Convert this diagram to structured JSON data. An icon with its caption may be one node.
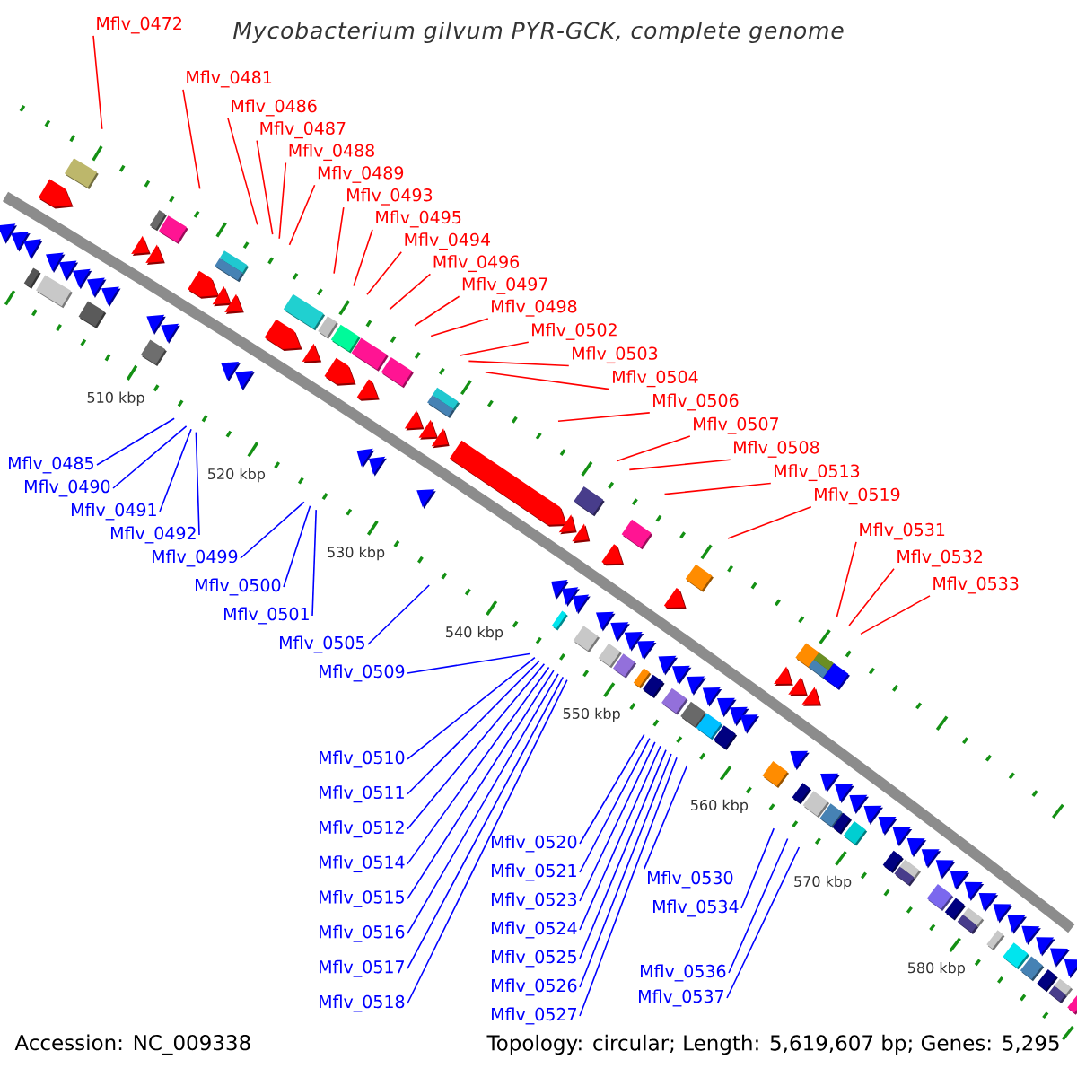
{
  "diagram": {
    "title": "Mycobacterium gilvum PYR-GCK, complete genome",
    "nodes": [
      {
        "text": [
          "Mflv_0472"
        ]
      },
      {
        "text": [
          "Mflv_0481"
        ]
      },
      {
        "text": [
          "Mflv_0485"
        ]
      },
      {
        "text": [
          "Mflv_0486"
        ]
      },
      {
        "text": [
          "Mflv_0487"
        ]
      },
      {
        "text": [
          "Mflv_0488"
        ]
      },
      {
        "text": [
          "Mflv_0489"
        ]
      },
      {
        "text": [
          "Mflv_0490"
        ]
      },
      {
        "text": [
          "Mflv_0491"
        ]
      },
      {
        "text": [
          "Mflv_0492"
        ]
      },
      {
        "text": [
          "Mflv_0493"
        ]
      },
      {
        "text": [
          "Mflv_0494"
        ]
      },
      {
        "text": [
          "Mflv_0495"
        ]
      },
      {
        "text": [
          "Mflv_0496"
        ]
      },
      {
        "text": [
          "Mflv_0497"
        ]
      },
      {
        "text": [
          "Mflv_0498"
        ]
      },
      {
        "text": [
          "Mflv_0499"
        ]
      },
      {
        "text": [
          "Mflv_0500"
        ]
      },
      {
        "text": [
          "Mflv_0501"
        ]
      },
      {
        "text": [
          "Mflv_0502"
        ]
      },
      {
        "text": [
          "Mflv_0503"
        ]
      },
      {
        "text": [
          "Mflv_0504"
        ]
      },
      {
        "text": [
          "Mflv_0505"
        ]
      },
      {
        "text": [
          "Mflv_0506"
        ]
      },
      {
        "text": [
          "Mflv_0507"
        ]
      },
      {
        "text": [
          "Mflv_0508"
        ]
      },
      {
        "text": [
          "Mflv_0509"
        ]
      },
      {
        "text": [
          "Mflv_0510"
        ]
      },
      {
        "text": [
          "Mflv_0511"
        ]
      },
      {
        "text": [
          "Mflv_0512"
        ]
      },
      {
        "text": [
          "Mflv_0513"
        ]
      },
      {
        "text": [
          "Mflv_0514"
        ]
      },
      {
        "text": [
          "Mflv_0515"
        ]
      },
      {
        "text": [
          "Mflv_0516"
        ]
      },
      {
        "text": [
          "Mflv_0517"
        ]
      },
      {
        "text": [
          "Mflv_0518"
        ]
      },
      {
        "text": [
          "Mflv_0519"
        ]
      },
      {
        "text": [
          "Mflv_0520"
        ]
      },
      {
        "text": [
          "Mflv_0521"
        ]
      },
      {
        "text": [
          "Mflv_0523"
        ]
      },
      {
        "text": [
          "Mflv_0524"
        ]
      },
      {
        "text": [
          "Mflv_0525"
        ]
      },
      {
        "text": [
          "Mflv_0526"
        ]
      },
      {
        "text": [
          "Mflv_0527"
        ]
      },
      {
        "text": [
          "Mflv_0530"
        ]
      },
      {
        "text": [
          "Mflv_0531"
        ]
      },
      {
        "text": [
          "Mflv_0532"
        ]
      },
      {
        "text": [
          "Mflv_0533"
        ]
      },
      {
        "text": [
          "Mflv_0534"
        ]
      },
      {
        "text": [
          "Mflv_0536"
        ]
      },
      {
        "text": [
          "Mflv_0537"
        ]
      }
    ],
    "edges": [
      {
        "from": 0,
        "to": null,
        "arrow": "none",
        "color": "#ff0000"
      },
      {
        "from": 1,
        "to": null,
        "arrow": "none",
        "color": "#ff0000"
      },
      {
        "from": 2,
        "to": null,
        "arrow": "none"
      },
      {
        "from": 3,
        "to": null,
        "arrow": "none",
        "color": "#ff0000"
      },
      {
        "from": 4,
        "to": null,
        "arrow": "none",
        "color": "#ff0000"
      },
      {
        "from": 5,
        "to": null,
        "arrow": "none",
        "color": "#ff0000"
      },
      {
        "from": 6,
        "to": null,
        "arrow": "none",
        "color": "#ff0000"
      },
      {
        "from": 7,
        "to": null,
        "arrow": "none"
      },
      {
        "from": 8,
        "to": null,
        "arrow": "none"
      },
      {
        "from": 9,
        "to": null,
        "arrow": "none"
      },
      {
        "from": 10,
        "to": null,
        "arrow": "none",
        "color": "#ff0000"
      },
      {
        "from": 11,
        "to": null,
        "arrow": "none",
        "color": "#ff0000"
      },
      {
        "from": 12,
        "to": null,
        "arrow": "none",
        "color": "#ff0000"
      },
      {
        "from": 13,
        "to": null,
        "arrow": "none",
        "color": "#ff0000"
      },
      {
        "from": 14,
        "to": null,
        "arrow": "none",
        "color": "#ff0000"
      },
      {
        "from": 15,
        "to": null,
        "arrow": "none",
        "color": "#ff0000"
      },
      {
        "from": 16,
        "to": null,
        "arrow": "none"
      },
      {
        "from": 17,
        "to": null,
        "arrow": "none"
      },
      {
        "from": 18,
        "to": null,
        "arrow": "none"
      },
      {
        "from": 19,
        "to": null,
        "arrow": "none",
        "color": "#ff0000"
      },
      {
        "from": 20,
        "to": null,
        "arrow": "none",
        "color": "#ff0000"
      },
      {
        "from": 21,
        "to": null,
        "arrow": "none",
        "color": "#ff0000"
      },
      {
        "from": 22,
        "to": null,
        "arrow": "none"
      },
      {
        "from": 23,
        "to": null,
        "arrow": "none",
        "color": "#ff0000"
      },
      {
        "from": 24,
        "to": null,
        "arrow": "none",
        "color": "#ff0000"
      },
      {
        "from": 25,
        "to": null,
        "arrow": "none",
        "color": "#ff0000"
      },
      {
        "from": 26,
        "to": null,
        "arrow": "none"
      },
      {
        "from": 27,
        "to": null,
        "arrow": "none"
      },
      {
        "from": 28,
        "to": null,
        "arrow": "none"
      },
      {
        "from": 29,
        "to": null,
        "arrow": "none"
      },
      {
        "from": 30,
        "to": null,
        "arrow": "none",
        "color": "#ff0000"
      },
      {
        "from": 31,
        "to": null,
        "arrow": "none"
      },
      {
        "from": 32,
        "to": null,
        "arrow": "none"
      },
      {
        "from": 33,
        "to": null,
        "arrow": "none"
      },
      {
        "from": 34,
        "to": null,
        "arrow": "none"
      },
      {
        "from": 35,
        "to": null,
        "arrow": "none"
      },
      {
        "from": 36,
        "to": null,
        "arrow": "none",
        "color": "#ff0000"
      },
      {
        "from": 37,
        "to": null,
        "arrow": "none"
      },
      {
        "from": 38,
        "to": null,
        "arrow": "none"
      },
      {
        "from": 39,
        "to": null,
        "arrow": "none"
      },
      {
        "from": 40,
        "to": null,
        "arrow": "none"
      },
      {
        "from": 41,
        "to": null,
        "arrow": "none"
      },
      {
        "from": 42,
        "to": null,
        "arrow": "none"
      },
      {
        "from": 43,
        "to": null,
        "arrow": "none"
      },
      {
        "from": 44,
        "to": null,
        "arrow": "none"
      },
      {
        "from": 45,
        "to": null,
        "arrow": "none",
        "color": "#ff0000"
      },
      {
        "from": 46,
        "to": null,
        "arrow": "none",
        "color": "#ff0000"
      },
      {
        "from": 47,
        "to": null,
        "arrow": "none",
        "color": "#ff0000"
      },
      {
        "from": 48,
        "to": null,
        "arrow": "none"
      },
      {
        "from": 49,
        "to": null,
        "arrow": "none"
      },
      {
        "from": 50,
        "to": null,
        "arrow": "none"
      }
    ],
    "labels": [
      "510 kbp",
      "520 kbp",
      "530 kbp",
      "540 kbp",
      "550 kbp",
      "560 kbp",
      "570 kbp",
      "580 kbp",
      "Accession: NC_009338",
      "Topology: circular; Length: 5,619,607 bp; Genes: 5,295"
    ]
  }
}
